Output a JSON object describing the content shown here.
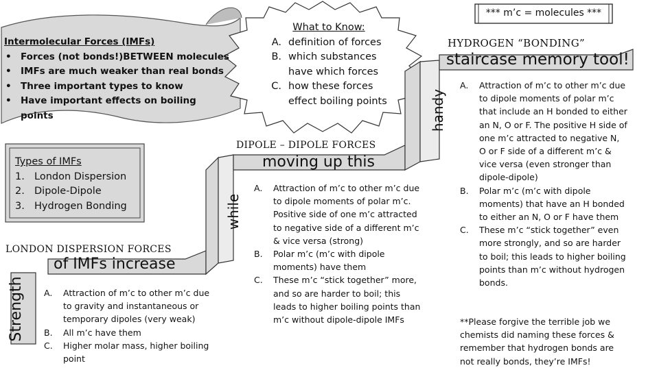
{
  "scroll_note": {
    "title": "Intermolecular Forces (IMFs)",
    "bullets": [
      "Forces (not bonds!)BETWEEN molecules",
      "IMFs are much weaker than real bonds",
      "Three important types to know",
      "Have important effects on boiling points"
    ]
  },
  "what_to_know": {
    "heading": "What to Know:",
    "items": [
      {
        "marker": "A.",
        "text": "definition of forces"
      },
      {
        "marker": "B.",
        "text": "which substances have which forces"
      },
      {
        "marker": "C.",
        "text": "how these forces effect boiling points"
      }
    ]
  },
  "molecule_note": "*** m’c = molecules ***",
  "types": {
    "title": "Types of IMFs",
    "items": [
      {
        "marker": "1.",
        "text": "London Dispersion"
      },
      {
        "marker": "2.",
        "text": "Dipole-Dipole"
      },
      {
        "marker": "3.",
        "text": "Hydrogen Bonding"
      }
    ]
  },
  "staircase": {
    "word_strength": "Strength",
    "phrase_step1": "of IMFs increase",
    "word_while": "while",
    "phrase_step2": "moving up this",
    "word_handy": "handy",
    "phrase_step3": "staircase memory tool!"
  },
  "london": {
    "heading": "LONDON DISPERSION FORCES",
    "items": [
      {
        "marker": "A.",
        "text": "Attraction of m’c to other m’c due to gravity and instantaneous or temporary dipoles (very weak)"
      },
      {
        "marker": "B.",
        "text": "All m’c have them"
      },
      {
        "marker": "C.",
        "text": "Higher molar mass, higher boiling point"
      }
    ]
  },
  "dipole": {
    "heading": "DIPOLE – DIPOLE FORCES",
    "items": [
      {
        "marker": "A.",
        "text": "Attraction of m’c to other m’c due to dipole moments of polar m’c. Positive side of one m’c attracted to negative side of a different m’c & vice versa (strong)"
      },
      {
        "marker": "B.",
        "text": "Polar m’c (m’c with dipole moments) have them"
      },
      {
        "marker": "C.",
        "text": "These m’c “stick together” more, and so are harder to boil; this leads to higher boiling points than m’c without dipole-dipole IMFs"
      }
    ]
  },
  "hydrogen": {
    "heading": "HYDROGEN “BONDING”",
    "items": [
      {
        "marker": "A.",
        "text": "Attraction of m’c to other m’c due to dipole moments of polar m’c that include an H bonded to either an N, O or F. The positive H side of one m’c attracted to negative N, O or F side of a different m’c & vice versa (even stronger than dipole-dipole)"
      },
      {
        "marker": "B.",
        "text": "Polar m’c (m’c with dipole moments) that have an H bonded to either an N, O or F have them"
      },
      {
        "marker": "C.",
        "text": "These m’c “stick together” even more strongly, and so are harder to boil; this leads to higher boiling points than m’c without hydrogen bonds."
      }
    ],
    "footnote": "**Please forgive the terrible job we chemists did naming these forces & remember that hydrogen bonds are not really bonds, they’re IMFs!"
  }
}
